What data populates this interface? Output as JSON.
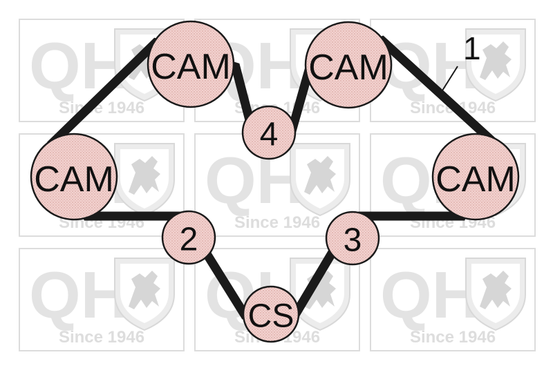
{
  "watermark": {
    "brand": "QH",
    "since": "Since 1946"
  },
  "pulleys": {
    "cam_top_left": {
      "label": "CAM"
    },
    "cam_top_right": {
      "label": "CAM"
    },
    "cam_left": {
      "label": "CAM"
    },
    "cam_right": {
      "label": "CAM"
    },
    "idler_4": {
      "label": "4"
    },
    "idler_2": {
      "label": "2"
    },
    "idler_3": {
      "label": "3"
    },
    "crankshaft": {
      "label": "CS"
    }
  },
  "callout": {
    "label": "1"
  },
  "colors": {
    "belt": "#1a1a1a",
    "pulley_fill": "#f2d2cf",
    "pulley_hatch": "#dcaaa6",
    "watermark": "#e3e3e3"
  }
}
